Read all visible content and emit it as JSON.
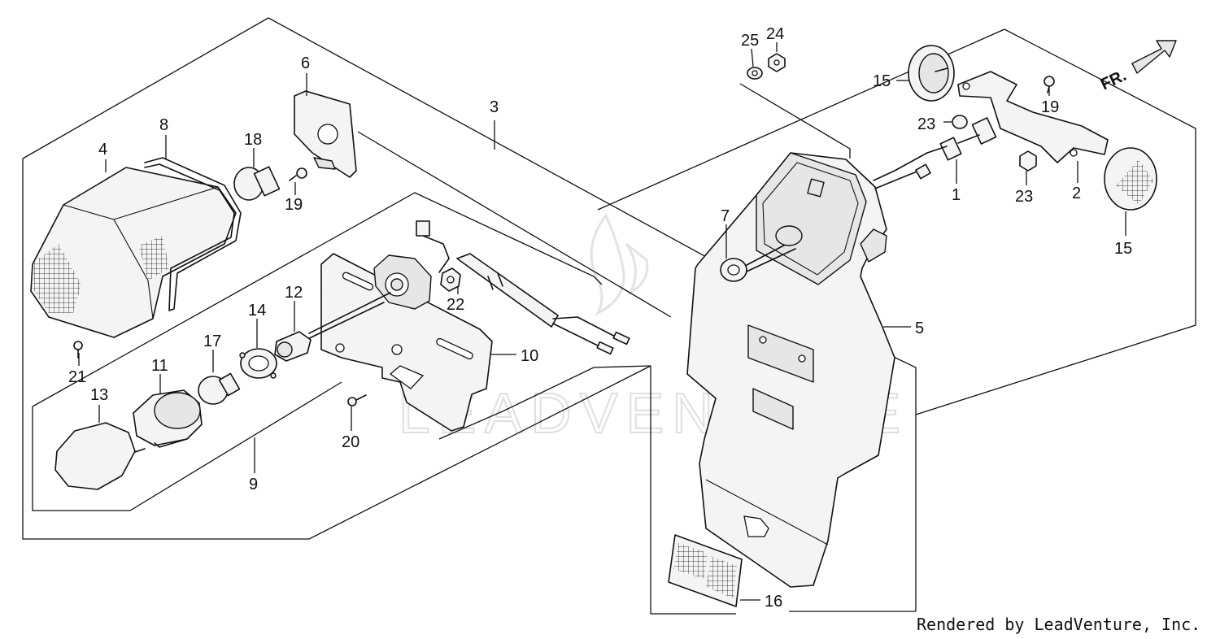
{
  "diagram": {
    "parts": [
      {
        "id": "p1",
        "label": "1"
      },
      {
        "id": "p2",
        "label": "2"
      },
      {
        "id": "p3",
        "label": "3"
      },
      {
        "id": "p4",
        "label": "4"
      },
      {
        "id": "p5",
        "label": "5"
      },
      {
        "id": "p6",
        "label": "6"
      },
      {
        "id": "p7",
        "label": "7"
      },
      {
        "id": "p8",
        "label": "8"
      },
      {
        "id": "p9",
        "label": "9"
      },
      {
        "id": "p10",
        "label": "10"
      },
      {
        "id": "p11",
        "label": "11"
      },
      {
        "id": "p12",
        "label": "12"
      },
      {
        "id": "p13",
        "label": "13"
      },
      {
        "id": "p14",
        "label": "14"
      },
      {
        "id": "p15a",
        "label": "15"
      },
      {
        "id": "p15b",
        "label": "15"
      },
      {
        "id": "p16",
        "label": "16"
      },
      {
        "id": "p17",
        "label": "17"
      },
      {
        "id": "p18",
        "label": "18"
      },
      {
        "id": "p19a",
        "label": "19"
      },
      {
        "id": "p19b",
        "label": "19"
      },
      {
        "id": "p20",
        "label": "20"
      },
      {
        "id": "p21",
        "label": "21"
      },
      {
        "id": "p22",
        "label": "22"
      },
      {
        "id": "p23a",
        "label": "23"
      },
      {
        "id": "p23b",
        "label": "23"
      },
      {
        "id": "p24",
        "label": "24"
      },
      {
        "id": "p25",
        "label": "25"
      }
    ],
    "direction_label": "FR.",
    "watermark": "LEADVENTURE"
  },
  "footer": {
    "credit": "Rendered by LeadVenture, Inc."
  }
}
